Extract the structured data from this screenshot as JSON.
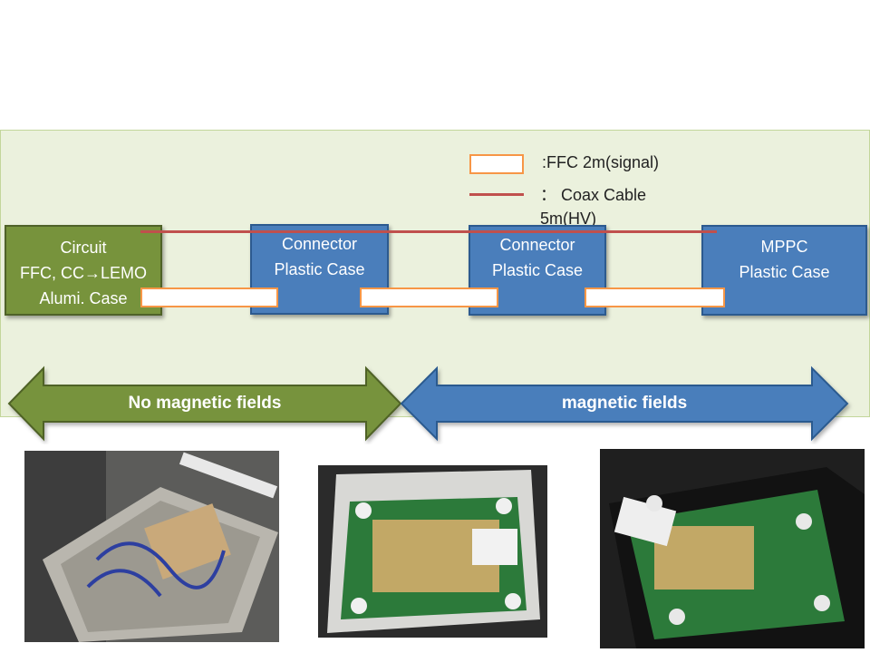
{
  "legend": {
    "ffc_text": ":FFC 2m(signal)",
    "coax_text": "： Coax Cable 5m(HV)",
    "ffc_color": "#f79646",
    "coax_color": "#c0504d"
  },
  "boxes": {
    "circuit": {
      "line1": "Circuit",
      "line2": "FFC, CC→LEMO",
      "line3": "Alumi. Case"
    },
    "connector1": {
      "line1": "Connector",
      "line2": "Plastic Case"
    },
    "connector2": {
      "line1": "Connector",
      "line2": "Plastic Case"
    },
    "mppc": {
      "line1": "MPPC",
      "line2": "Plastic Case"
    }
  },
  "arrows": {
    "left_label": "No magnetic fields",
    "right_label": "magnetic fields",
    "left_color": "#77933c",
    "right_color": "#4a7ebb"
  },
  "photos": {
    "photo1": "aluminum case with circuit board and wires",
    "photo2": "white plastic connector case with green board",
    "photo3": "black plastic MPPC case with green board"
  }
}
